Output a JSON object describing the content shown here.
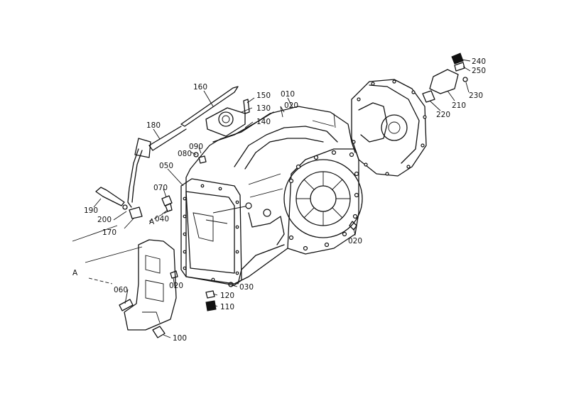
{
  "diagram": {
    "part_labels": {
      "p010": "010",
      "p020_top": "020",
      "p020_right": "020",
      "p020_left": "020",
      "p030": "030",
      "p040": "040",
      "p050": "050",
      "p060": "060",
      "p070": "070",
      "p080": "080",
      "p090": "090",
      "p100": "100",
      "p110": "110",
      "p120": "120",
      "p130": "130",
      "p140": "140",
      "p150": "150",
      "p160": "160",
      "p170": "170",
      "p180": "180",
      "p190": "190",
      "p200": "200",
      "p210": "210",
      "p220": "220",
      "p230": "230",
      "p240": "240",
      "p250": "250"
    },
    "view_marker_a1": "A",
    "view_marker_a2": "A"
  }
}
